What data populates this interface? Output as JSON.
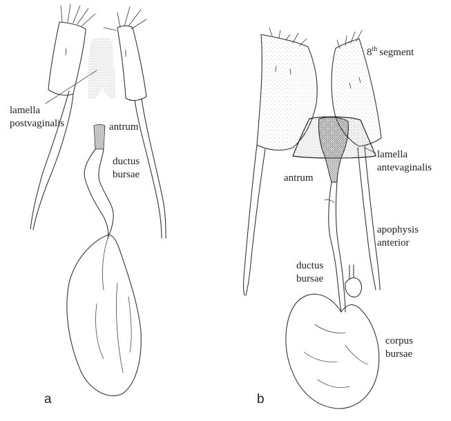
{
  "panel_a": {
    "panel_label": "a",
    "labels": {
      "lamella_postvaginalis_line1": "lamella",
      "lamella_postvaginalis_line2": "postvaginalis",
      "antrum": "antrum",
      "ductus_bursae_line1": "ductus",
      "ductus_bursae_line2": "bursae"
    }
  },
  "panel_b": {
    "panel_label": "b",
    "labels": {
      "segment_number": "8",
      "segment_superscript": "th",
      "segment_word": "segment",
      "lamella_antevaginalis_line1": "lamella",
      "lamella_antevaginalis_line2": "antevaginalis",
      "antrum": "antrum",
      "apophysis_anterior_line1": "apophysis",
      "apophysis_anterior_line2": "anterior",
      "ductus_bursae_line1": "ductus",
      "ductus_bursae_line2": "bursae",
      "corpus_bursae_line1": "corpus",
      "corpus_bursae_line2": "bursae"
    }
  }
}
